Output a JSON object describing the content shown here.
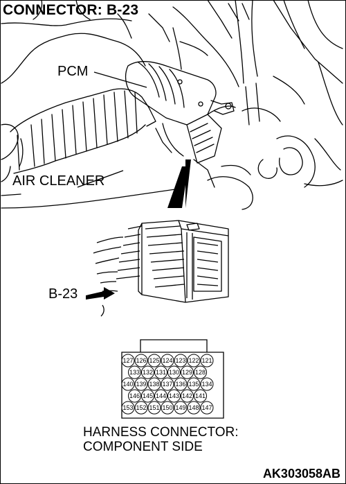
{
  "title": "CONNECTOR: B-23",
  "labels": {
    "pcm": "PCM",
    "air_cleaner": "AIR CLEANER",
    "connector": "B-23"
  },
  "caption": {
    "line1": "HARNESS CONNECTOR:",
    "line2": "COMPONENT SIDE"
  },
  "code": "AK303058AB",
  "pin_rows": [
    [
      "127",
      "126",
      "125",
      "124",
      "123",
      "122",
      "121"
    ],
    [
      "133",
      "132",
      "131",
      "130",
      "129",
      "128"
    ],
    [
      "140",
      "139",
      "138",
      "137",
      "136",
      "135",
      "134"
    ],
    [
      "146",
      "145",
      "144",
      "143",
      "142",
      "141"
    ],
    [
      "153",
      "152",
      "151",
      "150",
      "149",
      "148",
      "147"
    ]
  ]
}
